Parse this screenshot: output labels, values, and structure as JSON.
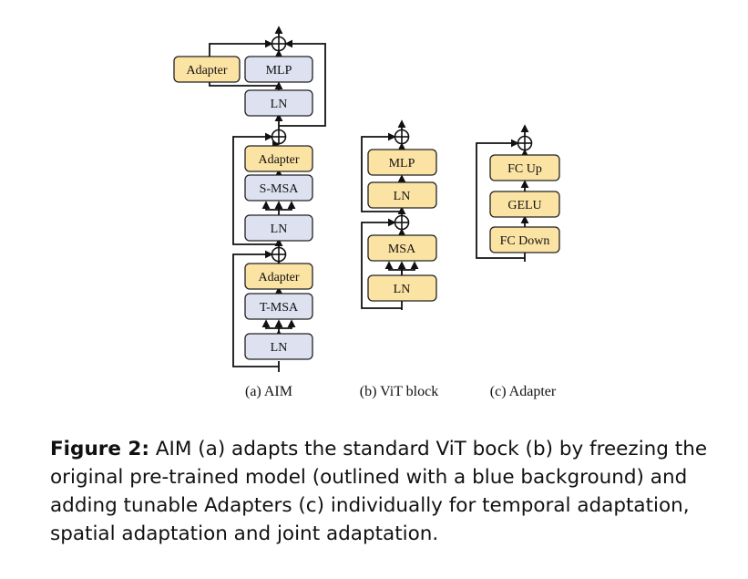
{
  "diagram": {
    "aim": {
      "caption": "(a) AIM",
      "blocks": {
        "adapter_top": "Adapter",
        "mlp": "MLP",
        "ln_top": "LN",
        "adapter_spatial": "Adapter",
        "s_msa": "S-MSA",
        "ln_spatial": "LN",
        "adapter_temporal": "Adapter",
        "t_msa": "T-MSA",
        "ln_temporal": "LN"
      }
    },
    "vit": {
      "caption": "(b) ViT block",
      "blocks": {
        "mlp": "MLP",
        "ln_top": "LN",
        "msa": "MSA",
        "ln_bottom": "LN"
      }
    },
    "adapter": {
      "caption": "(c) Adapter",
      "blocks": {
        "fc_up": "FC Up",
        "gelu": "GELU",
        "fc_down": "FC Down"
      }
    },
    "colors": {
      "frozen_block": "#dde1f0",
      "tunable_block": "#fbe3a4"
    }
  },
  "figure_caption": {
    "label": "Figure 2:",
    "text": "AIM (a) adapts the standard ViT bock (b) by freezing the original pre-trained model (outlined with a blue background) and adding tunable Adapters (c) individually for temporal adaptation, spatial adaptation and joint adaptation."
  }
}
